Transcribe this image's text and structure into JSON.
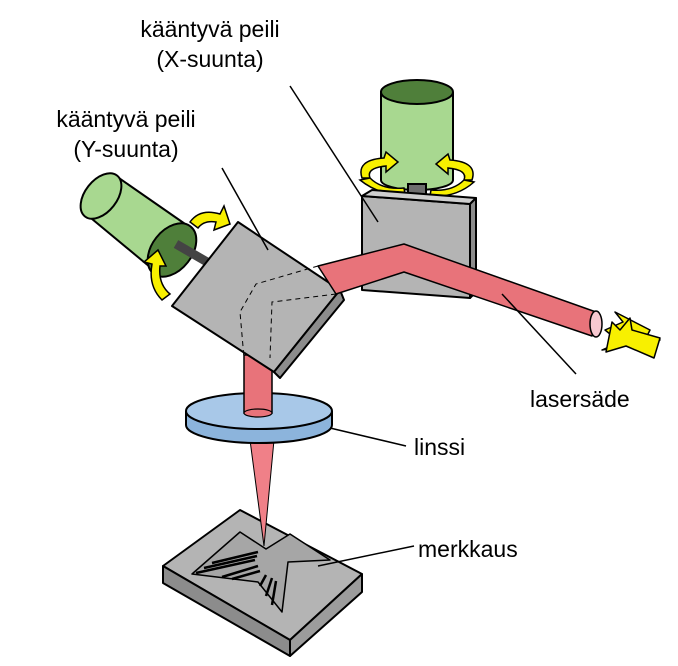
{
  "labels": {
    "mirror_x_line1": "kääntyvä peili",
    "mirror_x_line2": "(X-suunta)",
    "mirror_y_line1": "kääntyvä peili",
    "mirror_y_line2": "(Y-suunta)",
    "laser": "lasersäde",
    "lens": "linssi",
    "marking": "merkkaus"
  },
  "colors": {
    "motor_green": "#a8d890",
    "motor_dark_green": "#4f7f3a",
    "mirror_gray": "#b4b4b4",
    "beam_red": "#e8737a",
    "lens_blue": "#a8c8e8",
    "arrow_yellow": "#f8f000"
  }
}
